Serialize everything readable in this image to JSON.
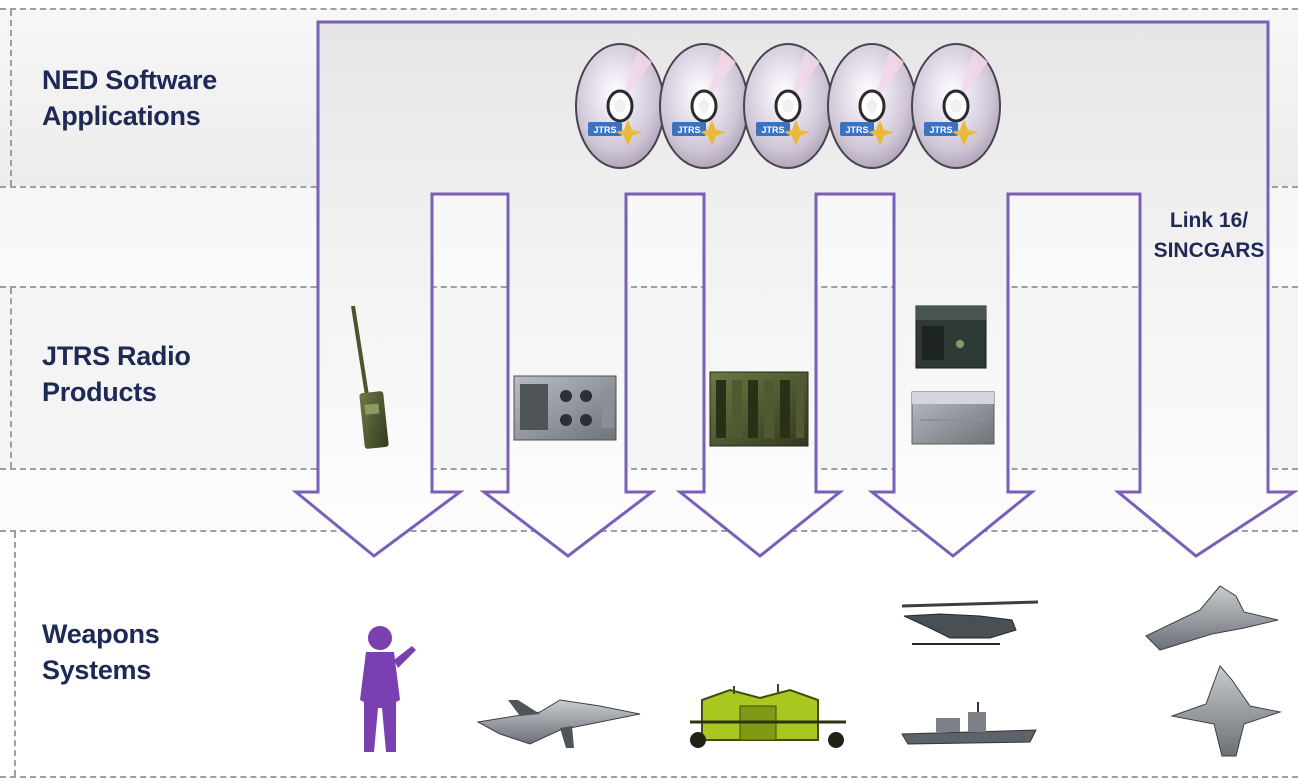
{
  "rows": {
    "software": {
      "line1": "NED Software",
      "line2": "Applications"
    },
    "radios": {
      "line1": "JTRS Radio",
      "line2": "Products"
    },
    "weapons": {
      "line1": "Weapons",
      "line2": "Systems"
    }
  },
  "side_label": {
    "line1": "Link 16/",
    "line2": "SINCGARS"
  },
  "disc_text": "JTRS",
  "colors": {
    "label_text": "#1e2a55",
    "arrow_outline": "#7a5fb8",
    "soldier": "#7a3fb0",
    "shelter": "#a8c820",
    "disc": "#d8d4dc"
  }
}
